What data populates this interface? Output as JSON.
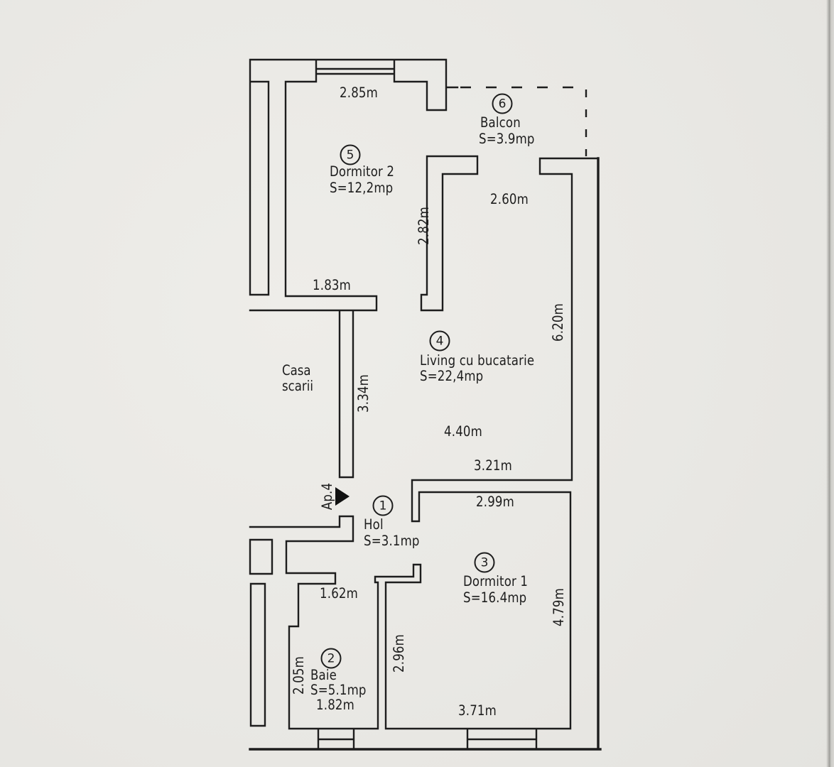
{
  "plan": {
    "rooms": [
      {
        "id": "1",
        "name": "Hol",
        "area": "S=3.1mp"
      },
      {
        "id": "2",
        "name": "Baie",
        "area": "S=5.1mp"
      },
      {
        "id": "3",
        "name": "Dormitor 1",
        "area": "S=16.4mp"
      },
      {
        "id": "4",
        "name": "Living cu bucatarie",
        "area": "S=22,4mp"
      },
      {
        "id": "5",
        "name": "Dormitor 2",
        "area": "S=12,2mp"
      },
      {
        "id": "6",
        "name": "Balcon",
        "area": "S=3.9mp"
      }
    ],
    "dimensions": {
      "dorm2_top": "2.85m",
      "dorm2_wall": "1.83m",
      "hall_wall": "3.34m",
      "balcony_opening": "2.60m",
      "kitchen_wall": "2.82m",
      "living_height": "6.20m",
      "living_width": "4.40m",
      "living_south": "3.21m",
      "dorm1_top": "2.99m",
      "dorm1_height": "4.79m",
      "dorm1_bottom": "3.71m",
      "baie_dorm1_wall": "2.96m",
      "hol_wall": "1.62m",
      "baie_height": "2.05m",
      "baie_width": "1.82m"
    },
    "annotations": {
      "staircase_line1": "Casa",
      "staircase_line2": "scarii",
      "apartment": "Ap.4"
    },
    "colors": {
      "ink": "#1d1d1d",
      "paper": "#e9e8e4"
    }
  }
}
